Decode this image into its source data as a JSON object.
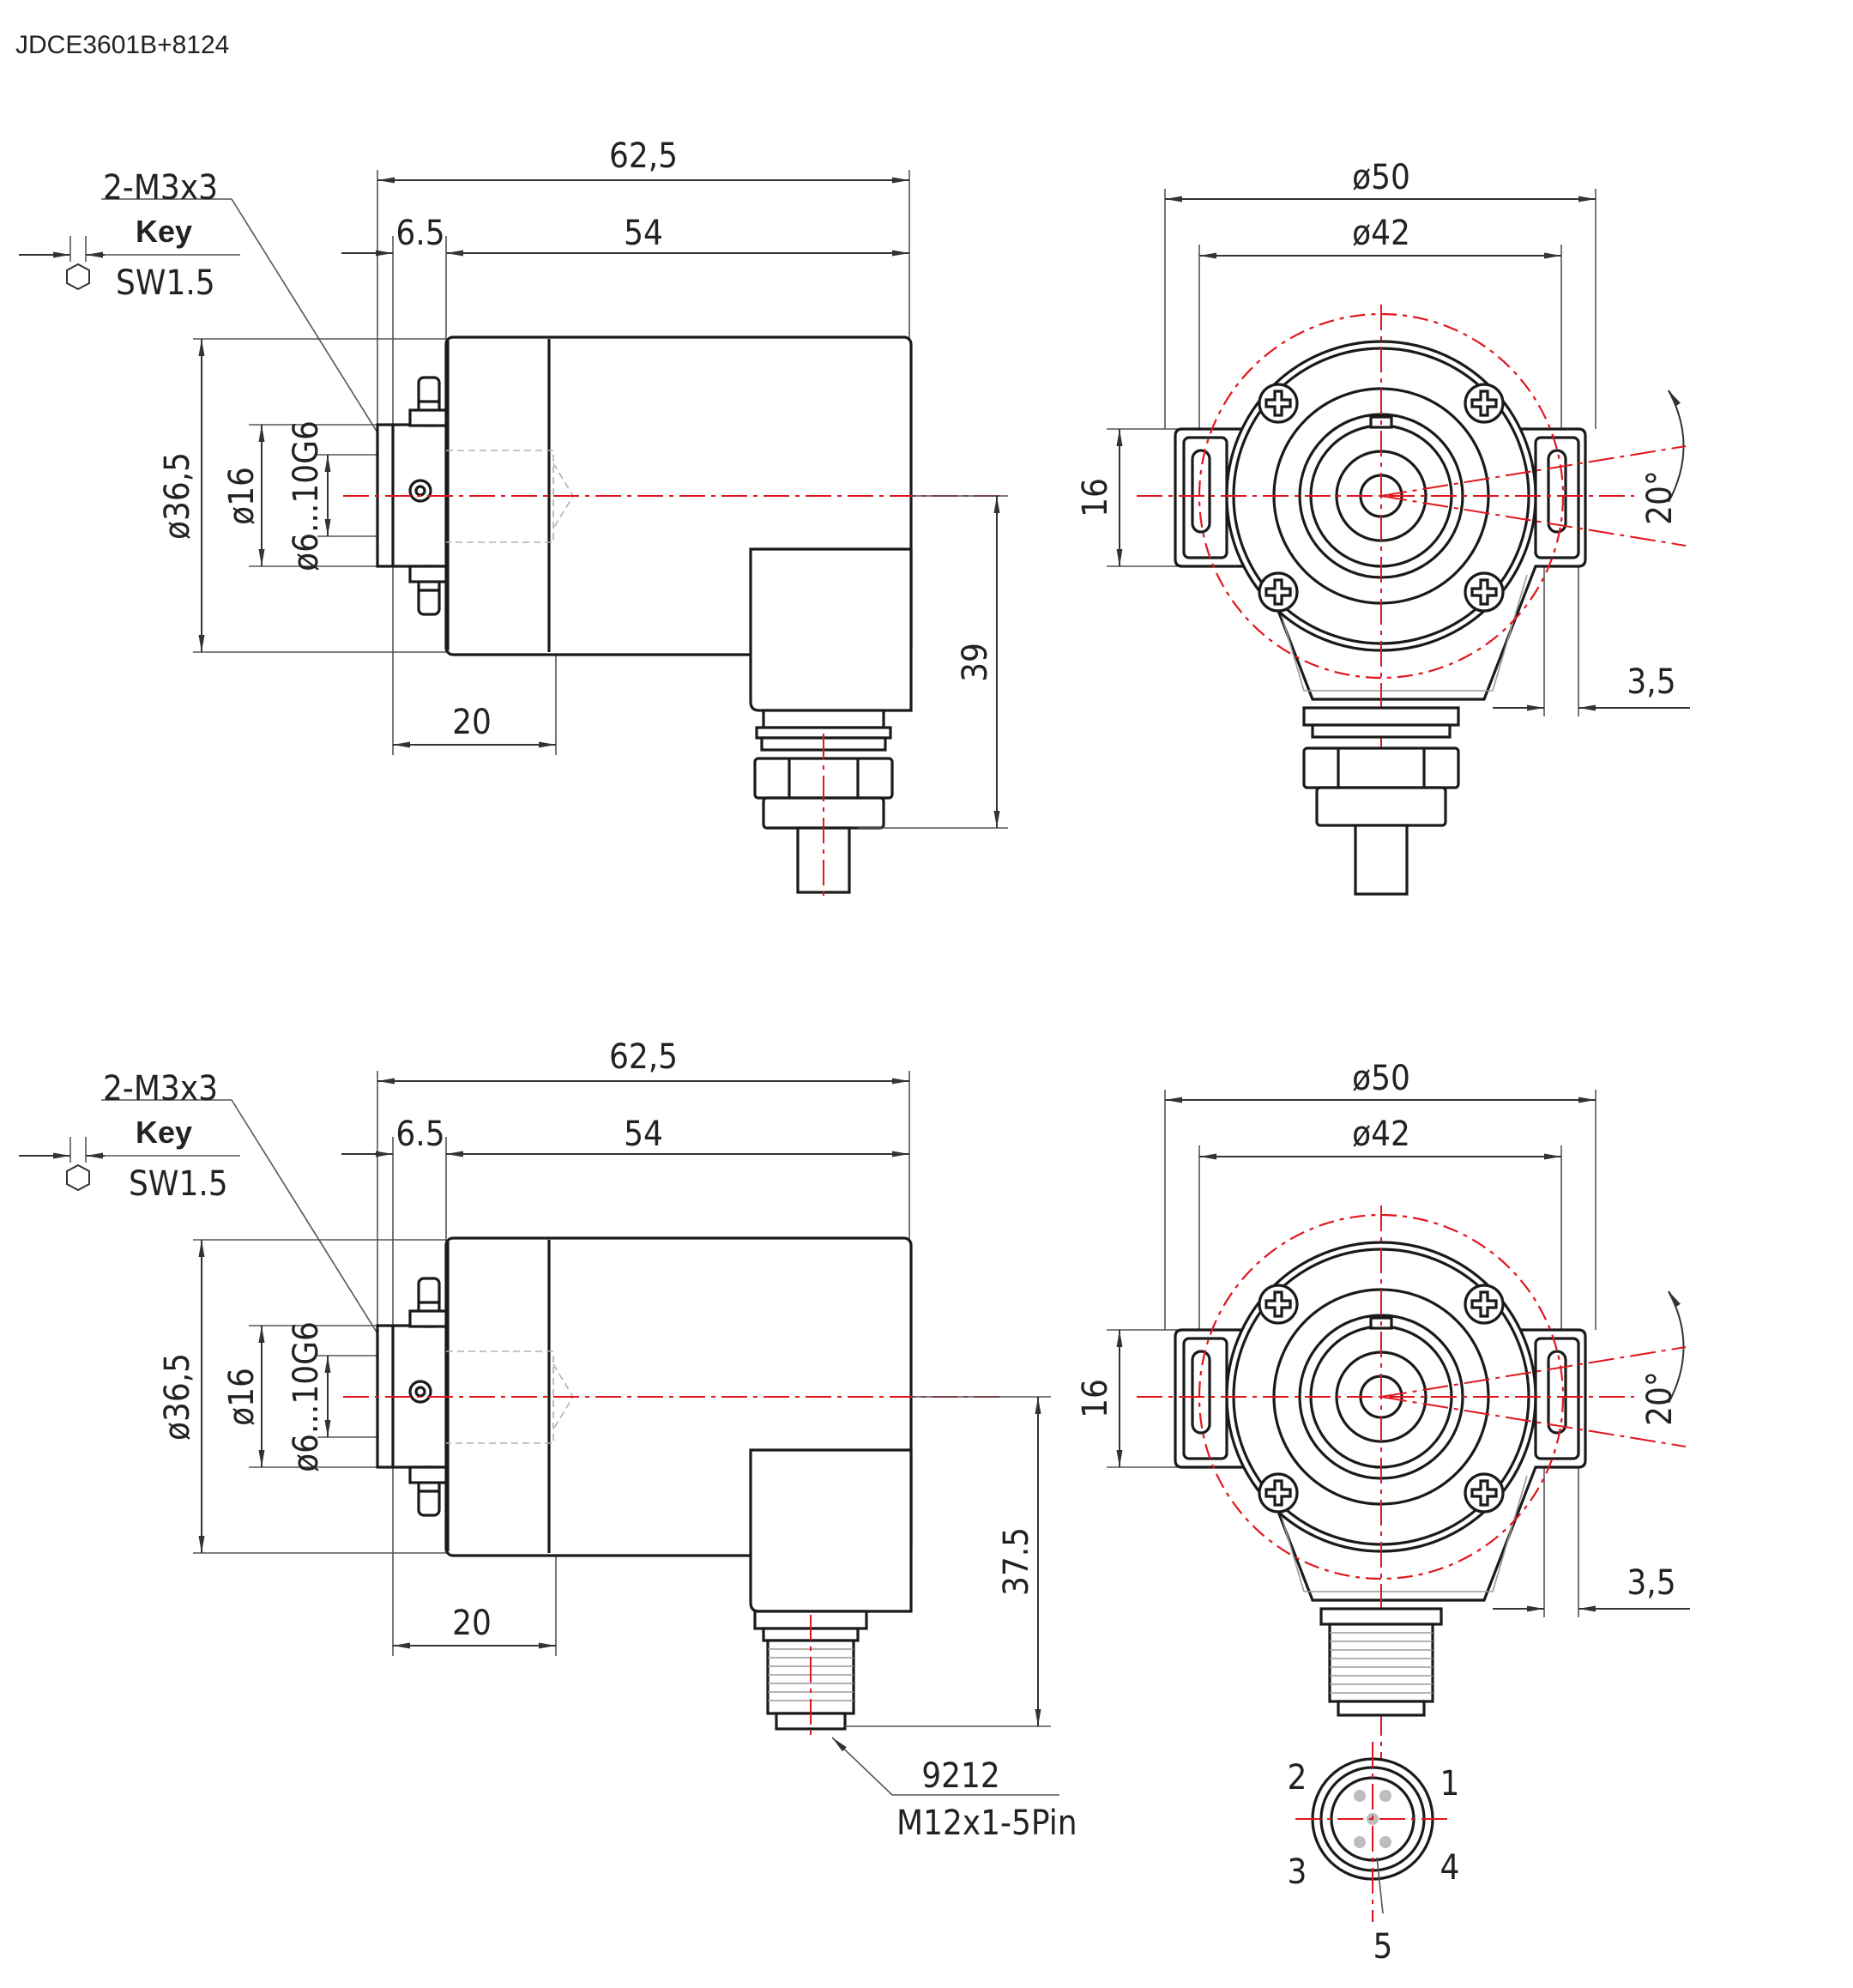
{
  "title": "JDCE3601B+8124",
  "views": {
    "top_side": {
      "thread_label": "2-M3x3",
      "key_label": "Key",
      "sw_label": "SW1.5",
      "dim_total_length": "62,5",
      "dim_flange": "6.5",
      "dim_body": "54",
      "dim_outer_dia": "ø36,5",
      "dim_hub_dia": "ø16",
      "dim_bore": "ø6...10G6",
      "dim_depth": "20",
      "dim_cable_height": "39"
    },
    "top_front": {
      "dim_outer": "ø50",
      "dim_inner": "ø42",
      "dim_slot": "16",
      "dim_angle": "20°",
      "dim_offset": "3,5"
    },
    "bottom_side": {
      "thread_label": "2-M3x3",
      "key_label": "Key",
      "sw_label": "SW1.5",
      "dim_total_length": "62,5",
      "dim_flange": "6.5",
      "dim_body": "54",
      "dim_outer_dia": "ø36,5",
      "dim_hub_dia": "ø16",
      "dim_bore": "ø6...10G6",
      "dim_depth": "20",
      "dim_connector_height": "37.5",
      "connector_code": "9212",
      "connector_spec": "M12x1-5Pin"
    },
    "bottom_front": {
      "dim_outer": "ø50",
      "dim_inner": "ø42",
      "dim_slot": "16",
      "dim_angle": "20°",
      "dim_offset": "3,5"
    },
    "pinout": {
      "pins": [
        "1",
        "2",
        "3",
        "4",
        "5"
      ]
    }
  }
}
